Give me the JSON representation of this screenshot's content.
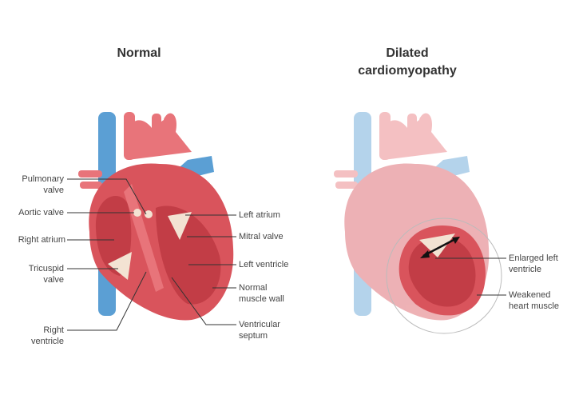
{
  "titles": {
    "normal": "Normal",
    "dilated_line1": "Dilated",
    "dilated_line2": "cardiomyopathy"
  },
  "normal_labels_left": [
    {
      "l1": "Pulmonary",
      "l2": "valve"
    },
    {
      "l1": "Aortic valve",
      "l2": ""
    },
    {
      "l1": "Right atrium",
      "l2": ""
    },
    {
      "l1": "Tricuspid",
      "l2": "valve"
    },
    {
      "l1": "Right",
      "l2": "ventricle"
    }
  ],
  "normal_labels_right": [
    {
      "l1": "Left atrium",
      "l2": ""
    },
    {
      "l1": "Mitral valve",
      "l2": ""
    },
    {
      "l1": "Left ventricle",
      "l2": ""
    },
    {
      "l1": "Normal",
      "l2": "muscle wall"
    },
    {
      "l1": "Ventricular",
      "l2": "septum"
    }
  ],
  "dilated_labels": [
    {
      "l1": "Enlarged left",
      "l2": "ventricle"
    },
    {
      "l1": "Weakened",
      "l2": "heart muscle"
    }
  ],
  "colors": {
    "vein_blue": "#5b9fd4",
    "artery_red": "#e8747a",
    "muscle": "#d9545c",
    "inner": "#c23d46",
    "valve": "#f3e3d3"
  }
}
